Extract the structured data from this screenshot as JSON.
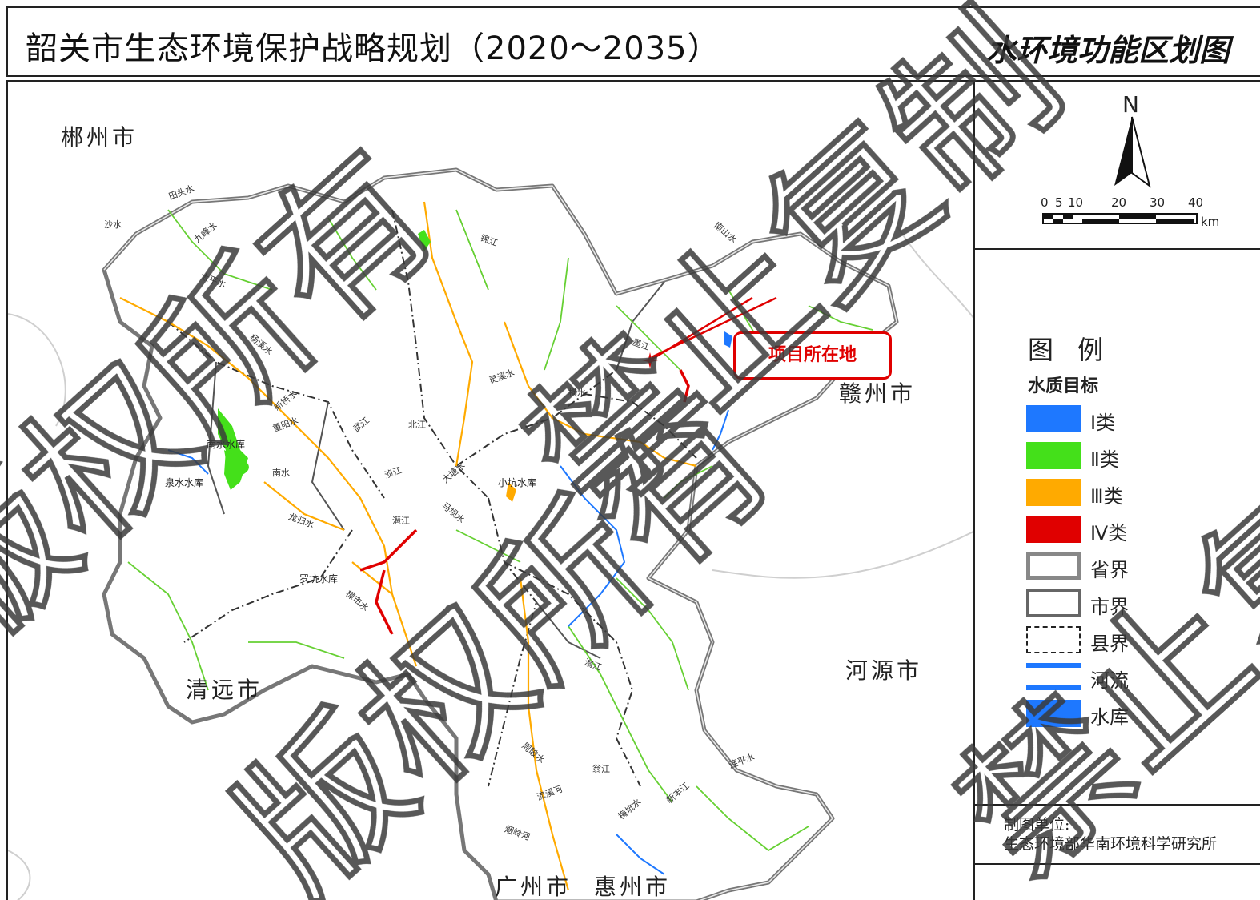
{
  "title": {
    "main": "韶关市生态环境保护战略规划（2020～2035）",
    "sub": "水环境功能区划图"
  },
  "map": {
    "cities": {
      "chenzhou": "郴州市",
      "ganzhou": "赣州市",
      "qingyuan": "清远市",
      "heyuan": "河源市",
      "guangzhou": "广州市",
      "huizhou": "惠州市"
    },
    "reservoirs": {
      "nanshui": "南水水库",
      "quanshui": "泉水水库",
      "xiaokeng": "小坑水库",
      "luokeng": "罗坑水库"
    },
    "rivers": [
      "九峰水",
      "田头水",
      "沙水",
      "太平水",
      "杨溪水",
      "新桥水",
      "重阳水",
      "南水",
      "龙归水",
      "樟市水",
      "武江",
      "浈江",
      "北江",
      "锦江",
      "马坝水",
      "大塘水",
      "灵溪水",
      "横水",
      "墨江",
      "南山水",
      "新丰江",
      "连平水",
      "翁江",
      "滃江",
      "周陂水",
      "梅坑水",
      "流溪河",
      "潖江",
      "烟岭河"
    ],
    "project_label": "项目所在地",
    "accent_color": "#e00000"
  },
  "scale": {
    "ticks": [
      "0",
      "5",
      "10",
      "20",
      "30",
      "40"
    ],
    "unit": "km",
    "north": "N"
  },
  "legend": {
    "title": "图  例",
    "subtitle": "水质目标",
    "items": [
      {
        "label": "Ⅰ类",
        "color": "#1e78ff",
        "kind": "fill"
      },
      {
        "label": "Ⅱ类",
        "color": "#44e01a",
        "kind": "fill"
      },
      {
        "label": "Ⅲ类",
        "color": "#ffaa00",
        "kind": "fill"
      },
      {
        "label": "Ⅳ类",
        "color": "#e00000",
        "kind": "fill"
      },
      {
        "label": "省界",
        "color": "#888888",
        "kind": "province"
      },
      {
        "label": "市界",
        "color": "#666666",
        "kind": "city"
      },
      {
        "label": "县界",
        "color": "#222222",
        "kind": "county"
      },
      {
        "label": "河流",
        "color": "#1e78ff",
        "kind": "river"
      },
      {
        "label": "水库",
        "color": "#1e78ff",
        "kind": "reservoir"
      }
    ]
  },
  "credit": {
    "label": "制图单位:",
    "org": "生态环境部华南环境科学研究所"
  },
  "watermark": {
    "text1": "版权所有",
    "text2": "禁止复制"
  }
}
